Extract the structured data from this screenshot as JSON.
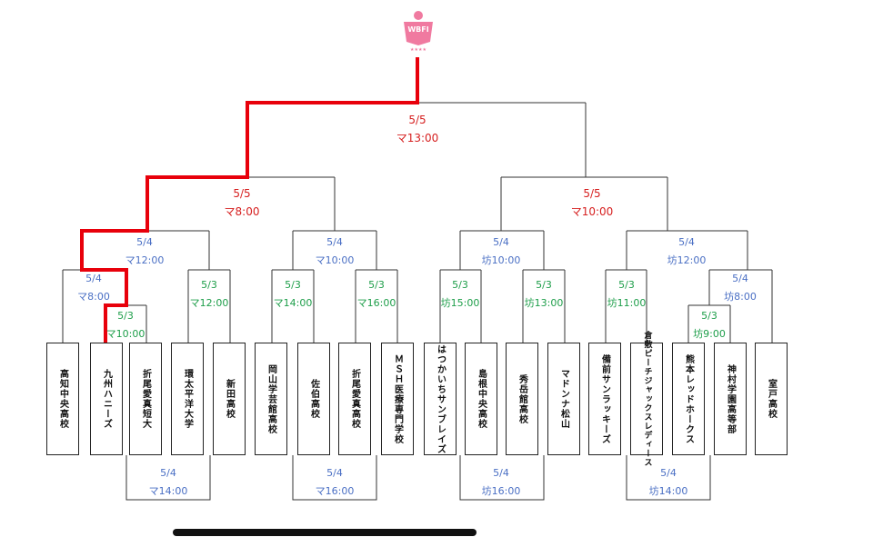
{
  "colors": {
    "line": "#333333",
    "highlight": "#e8000b",
    "final": "#d61f1f",
    "blue": "#4a6fc4",
    "green": "#1e9e4a",
    "logo_pink": "#f07aa0"
  },
  "logo": {
    "text": "WBFI"
  },
  "teams": [
    "高知中央高校",
    "九州ハニーズ",
    "折尾愛真短大",
    "環太平洋大学",
    "新田高校",
    "岡山学芸館高校",
    "佐伯高校",
    "折尾愛真高校",
    "ＭＳＨ医療専門学校",
    "はつかいちサンブレイズ",
    "島根中央高校",
    "秀岳館高校",
    "マドンナ松山",
    "備前サンラッキーズ",
    "倉敷ピーチジャックスレディース",
    "熊本レッドホークス",
    "神村学園高等部",
    "室戸高校"
  ],
  "matches": {
    "final": {
      "date": "5/5",
      "time": "マ13:00"
    },
    "semi_left": {
      "date": "5/5",
      "time": "マ8:00"
    },
    "semi_right": {
      "date": "5/5",
      "time": "マ10:00"
    },
    "qf_1": {
      "date": "5/4",
      "time": "マ12:00"
    },
    "qf_2": {
      "date": "5/4",
      "time": "マ10:00"
    },
    "qf_3": {
      "date": "5/4",
      "time": "坊10:00"
    },
    "qf_4": {
      "date": "5/4",
      "time": "坊12:00"
    },
    "r2_1": {
      "date": "5/4",
      "time": "マ8:00"
    },
    "r2_2": {
      "date": "5/3",
      "time": "マ12:00"
    },
    "r2_3": {
      "date": "5/3",
      "time": "マ14:00"
    },
    "r2_4": {
      "date": "5/3",
      "time": "マ16:00"
    },
    "r2_5": {
      "date": "5/3",
      "time": "坊15:00"
    },
    "r2_6": {
      "date": "5/3",
      "time": "坊13:00"
    },
    "r2_7": {
      "date": "5/3",
      "time": "坊11:00"
    },
    "r2_8": {
      "date": "5/4",
      "time": "坊8:00"
    },
    "r1_1": {
      "date": "5/3",
      "time": "マ10:00"
    },
    "r1_2": {
      "date": "5/3",
      "time": "坊9:00"
    }
  },
  "bottom_matches": [
    {
      "date": "5/4",
      "time": "マ14:00"
    },
    {
      "date": "5/4",
      "time": "マ16:00"
    },
    {
      "date": "5/4",
      "time": "坊16:00"
    },
    {
      "date": "5/4",
      "time": "坊14:00"
    }
  ]
}
